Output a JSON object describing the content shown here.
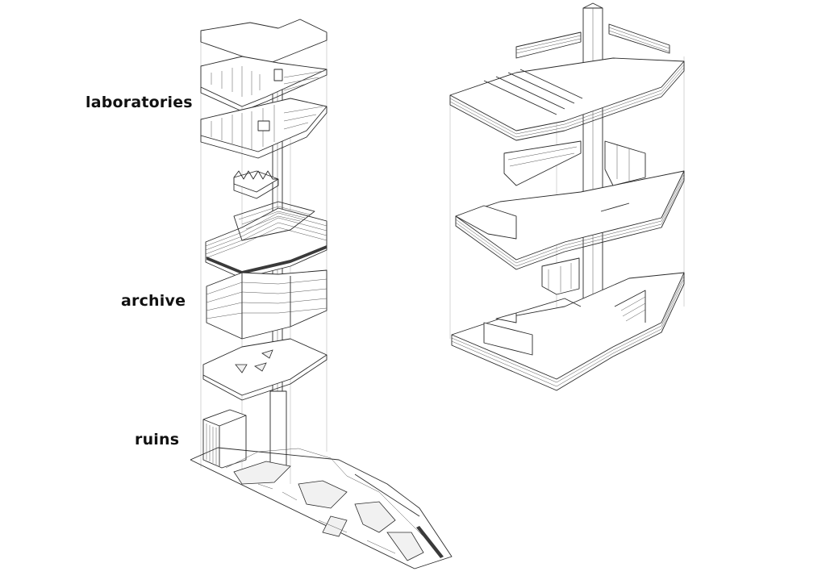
{
  "labels": {
    "laboratories": "laboratories",
    "archive": "archive",
    "ruins": "ruins"
  }
}
